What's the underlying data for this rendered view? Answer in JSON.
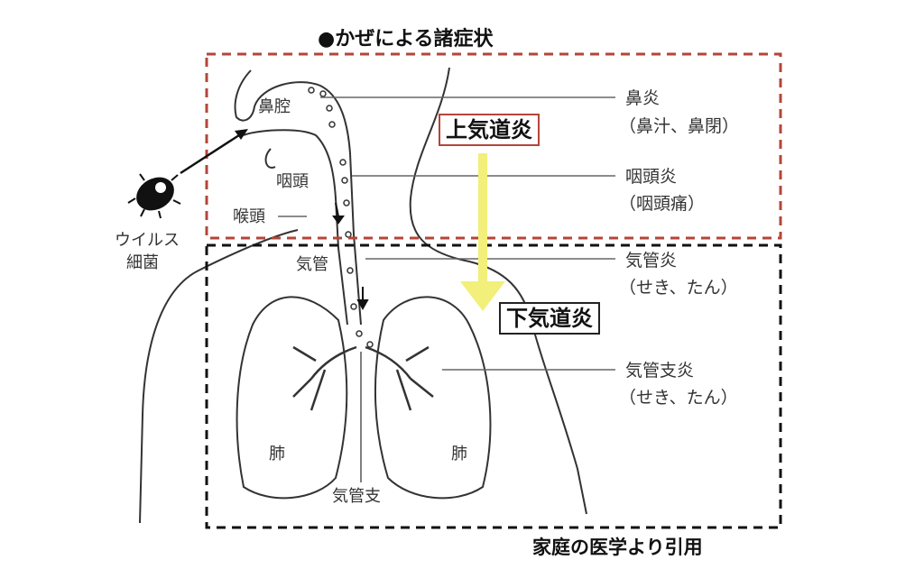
{
  "title": "●かぜによる諸症状",
  "source_note": "家庭の医学より引用",
  "pathogen": {
    "line1": "ウイルス",
    "line2": "細菌"
  },
  "anatomy_labels": {
    "nasal_cavity": "鼻腔",
    "pharynx": "咽頭",
    "larynx": "喉頭",
    "trachea": "気管",
    "lung_left": "肺",
    "lung_right": "肺",
    "bronchus": "気管支"
  },
  "regions": {
    "upper": {
      "label": "上気道炎",
      "color": "#b3463a"
    },
    "lower": {
      "label": "下気道炎",
      "color": "#111111"
    }
  },
  "arrow_color": "#f2ef7a",
  "conditions": [
    {
      "name": "鼻炎",
      "symptoms": "（鼻汁、鼻閉）"
    },
    {
      "name": "咽頭炎",
      "symptoms": "（咽頭痛）"
    },
    {
      "name": "気管炎",
      "symptoms": "（せき、たん）"
    },
    {
      "name": "気管支炎",
      "symptoms": "（せき、たん）"
    }
  ]
}
